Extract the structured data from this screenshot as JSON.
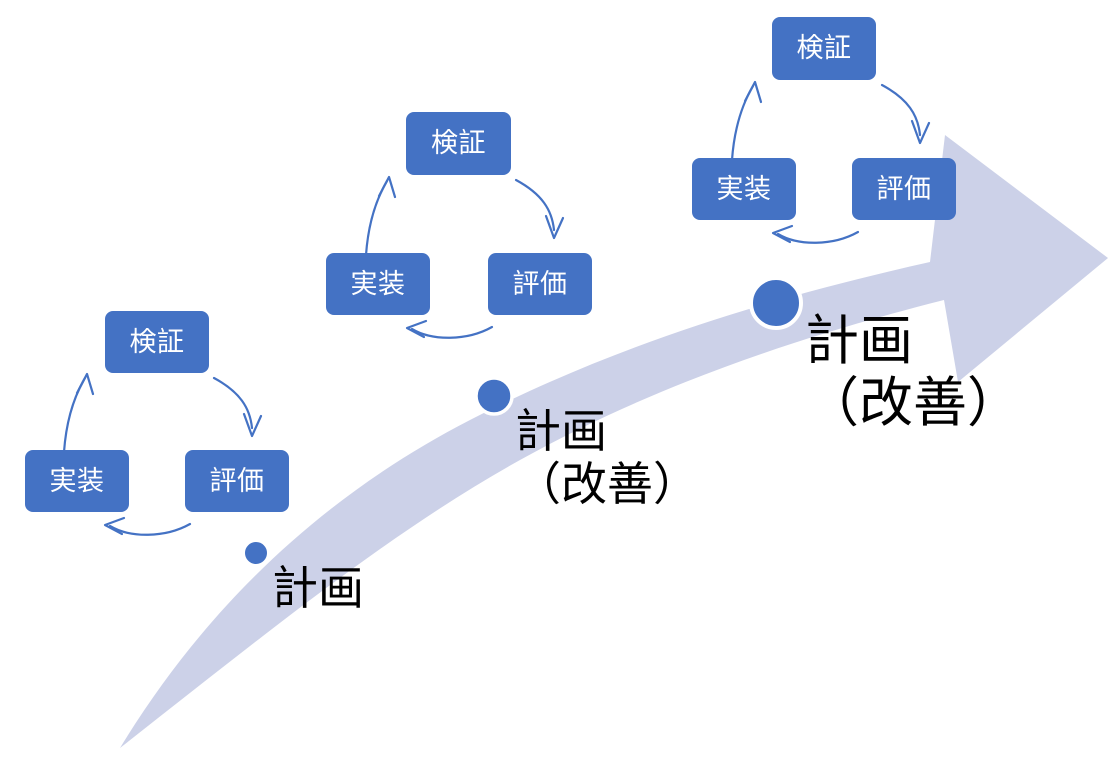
{
  "diagram": {
    "title": "PDCA improvement spiral",
    "colors": {
      "box_fill": "#4472C4",
      "box_text": "#ffffff",
      "arrow_band": "#CCD1E8",
      "marker_fill": "#4472C4",
      "marker_ring": "#ffffff",
      "cycle_arrow": "#4472C4",
      "label_text": "#000000",
      "background": "#ffffff"
    },
    "cycles": [
      {
        "name": "cycle-1",
        "nodes": [
          {
            "id": "verify",
            "label": "検証"
          },
          {
            "id": "evaluate",
            "label": "評価"
          },
          {
            "id": "implement",
            "label": "実装"
          }
        ],
        "marker_label": "計画"
      },
      {
        "name": "cycle-2",
        "nodes": [
          {
            "id": "verify",
            "label": "検証"
          },
          {
            "id": "evaluate",
            "label": "評価"
          },
          {
            "id": "implement",
            "label": "実装"
          }
        ],
        "marker_label": "計画\n（改善）"
      },
      {
        "name": "cycle-3",
        "nodes": [
          {
            "id": "verify",
            "label": "検証"
          },
          {
            "id": "evaluate",
            "label": "評価"
          },
          {
            "id": "implement",
            "label": "実装"
          }
        ],
        "marker_label": "計画\n（改善）"
      }
    ],
    "stage_labels": [
      {
        "id": "stage-1",
        "text": "計画"
      },
      {
        "id": "stage-2",
        "text": "計画\n（改善）"
      },
      {
        "id": "stage-3",
        "text": "計画\n（改善）"
      }
    ]
  }
}
